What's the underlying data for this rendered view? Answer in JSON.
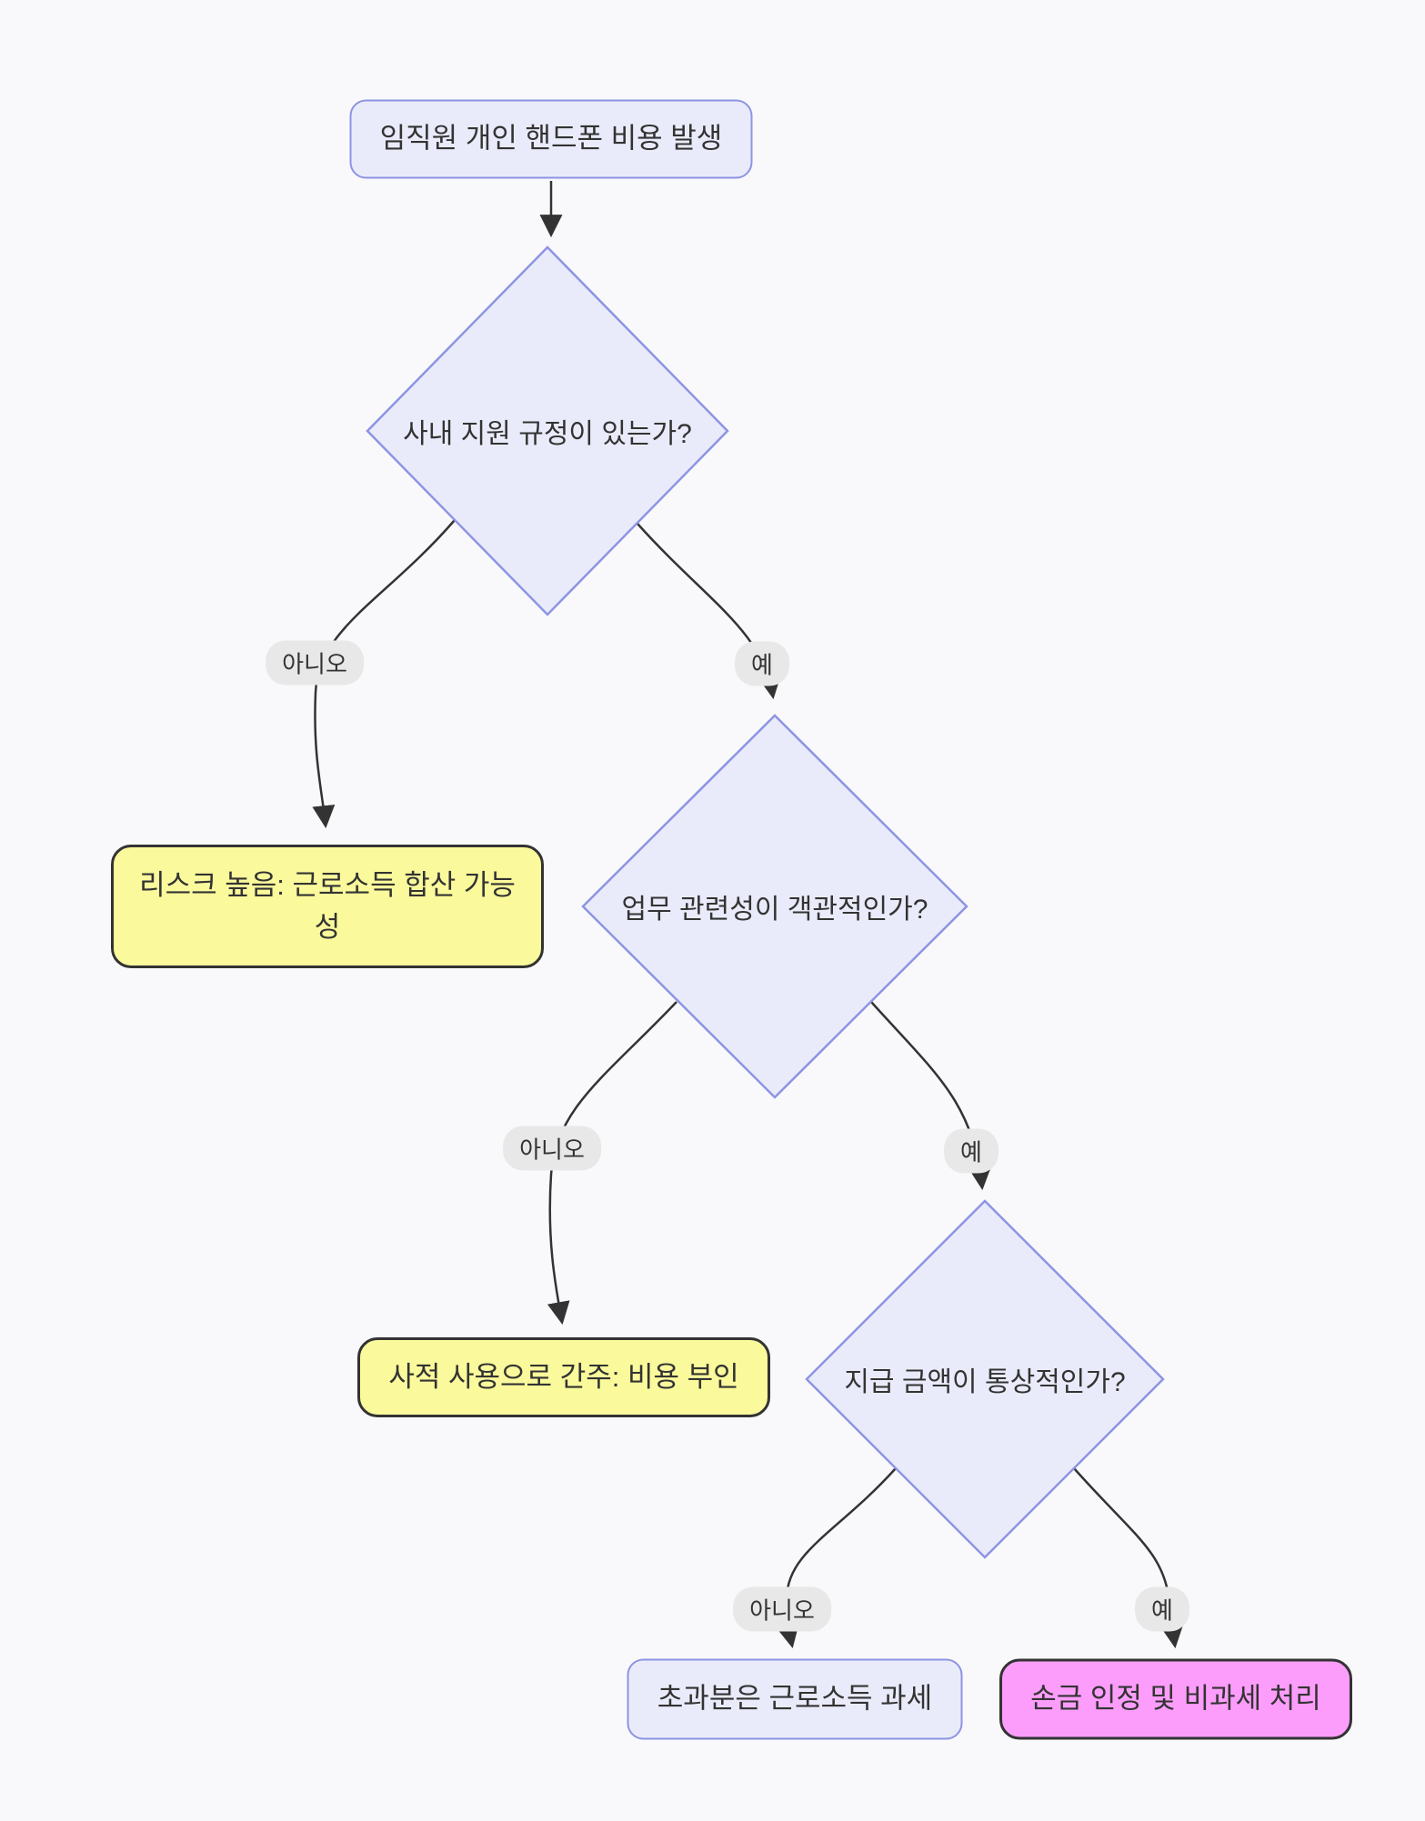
{
  "diagram": {
    "type": "flowchart",
    "direction": "top-down",
    "nodes": {
      "start": {
        "label": "임직원 개인 핸드폰 비용 발생",
        "shape": "rounded",
        "fill": "#EAEBFA",
        "stroke": "#8D94E3"
      },
      "decision1": {
        "label": "사내 지원 규정이 있는가?",
        "shape": "diamond",
        "fill": "#EAEBFA",
        "stroke": "#8D94E3"
      },
      "decision2": {
        "label": "업무 관련성이 객관적인가?",
        "shape": "diamond",
        "fill": "#EAEBFA",
        "stroke": "#8D94E3"
      },
      "decision3": {
        "label": "지급 금액이 통상적인가?",
        "shape": "diamond",
        "fill": "#EAEBFA",
        "stroke": "#8D94E3"
      },
      "risk_high": {
        "label": "리스크 높음: 근로소득 합산 가능성",
        "shape": "rounded",
        "fill": "#FAFA9C",
        "stroke": "#333333"
      },
      "private_use": {
        "label": "사적 사용으로 간주: 비용 부인",
        "shape": "rounded",
        "fill": "#FAFA9C",
        "stroke": "#333333"
      },
      "excess_tax": {
        "label": "초과분은 근로소득 과세",
        "shape": "rounded",
        "fill": "#EAEBFA",
        "stroke": "#8D94E3"
      },
      "deductible": {
        "label": "손금 인정 및 비과세 처리",
        "shape": "rounded",
        "fill": "#FC9DFB",
        "stroke": "#333333"
      }
    },
    "edges": [
      {
        "from": "start",
        "to": "decision1",
        "label": ""
      },
      {
        "from": "decision1",
        "to": "risk_high",
        "label": "아니오"
      },
      {
        "from": "decision1",
        "to": "decision2",
        "label": "예"
      },
      {
        "from": "decision2",
        "to": "private_use",
        "label": "아니오"
      },
      {
        "from": "decision2",
        "to": "decision3",
        "label": "예"
      },
      {
        "from": "decision3",
        "to": "excess_tax",
        "label": "아니오"
      },
      {
        "from": "decision3",
        "to": "deductible",
        "label": "예"
      }
    ],
    "colors": {
      "background": "#F9F9FB",
      "decision_fill": "#EAEBFA",
      "decision_stroke": "#8D94E3",
      "warning_fill": "#FAFA9C",
      "success_fill": "#FC9DFB",
      "dark_stroke": "#333333",
      "edge_color": "#333333",
      "edge_label_pill_fill": "#E8E8E8",
      "text_color": "#333333"
    }
  }
}
